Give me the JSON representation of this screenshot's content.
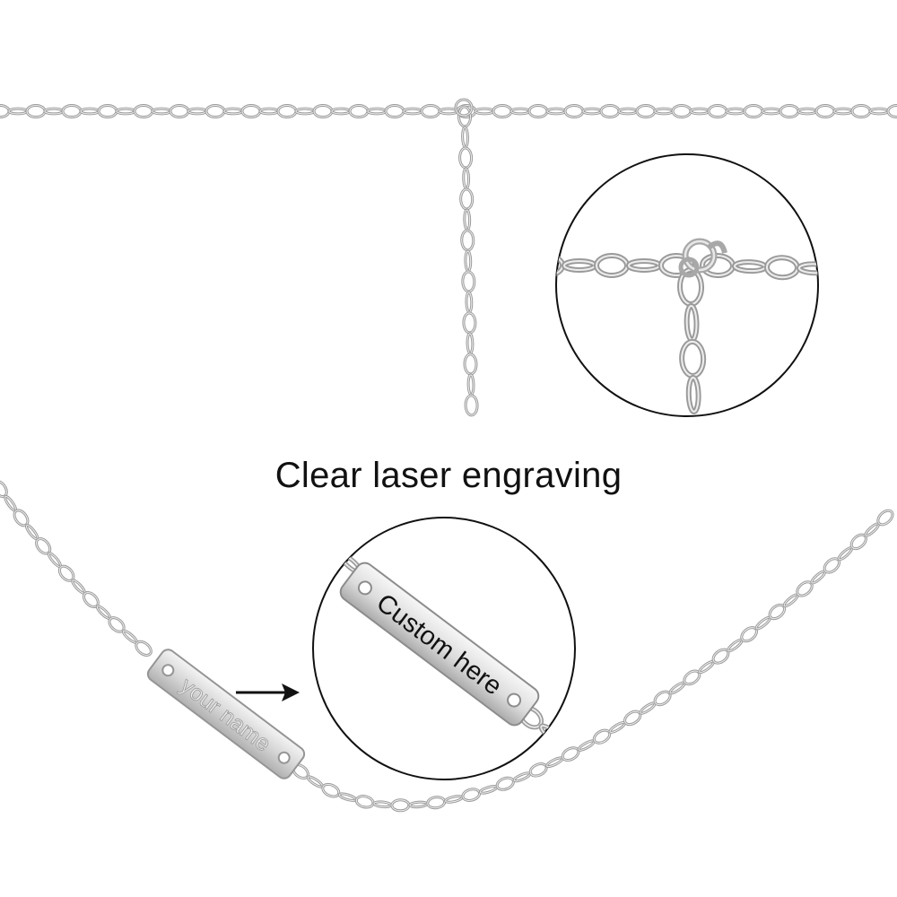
{
  "caption": "Clear laser engraving",
  "engraving": {
    "bar_text": "your name",
    "zoom_text": "Custom here"
  },
  "colors": {
    "background": "#ffffff",
    "silver_dark": "#9a9a9a",
    "silver_mid": "#c8c8c8",
    "silver_light": "#ececec",
    "ink": "#111111"
  },
  "icons": {
    "arrow": "arrow-right-icon"
  }
}
